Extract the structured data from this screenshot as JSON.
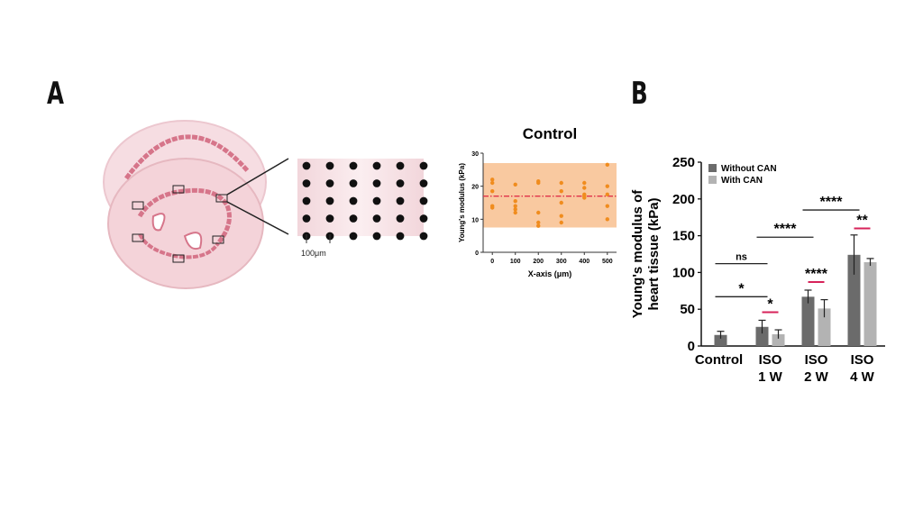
{
  "panels": {
    "a_label": "A",
    "b_label": "B"
  },
  "schematic": {
    "scale_label": "100μm"
  },
  "colors": {
    "tissue": "#f4d3d9",
    "tissue_edge": "#e6b8c0",
    "muscle": "#d6758a",
    "band": "#f9c9a0",
    "points": "#f08c1e",
    "mean_line": "#e0334a",
    "without_can": "#6b6b6b",
    "with_can": "#b3b3b3",
    "significance_red": "#d7235a"
  },
  "chart_data": [
    {
      "type": "scatter",
      "title": "Control",
      "xlabel": "X-axis (μm)",
      "ylabel": "Young's modulus (kPa)",
      "xlim": [
        -40,
        540
      ],
      "ylim": [
        0,
        30
      ],
      "xticks": [
        0,
        100,
        200,
        300,
        400,
        500
      ],
      "yticks": [
        0,
        10,
        20,
        30
      ],
      "band": [
        7.5,
        27
      ],
      "mean": 17,
      "points": [
        {
          "x": 0,
          "y": 22
        },
        {
          "x": 0,
          "y": 21
        },
        {
          "x": 0,
          "y": 18.5
        },
        {
          "x": 0,
          "y": 14
        },
        {
          "x": 0,
          "y": 13.5
        },
        {
          "x": 100,
          "y": 20.5
        },
        {
          "x": 100,
          "y": 15.5
        },
        {
          "x": 100,
          "y": 14
        },
        {
          "x": 100,
          "y": 13
        },
        {
          "x": 100,
          "y": 12
        },
        {
          "x": 200,
          "y": 21.5
        },
        {
          "x": 200,
          "y": 21
        },
        {
          "x": 200,
          "y": 12
        },
        {
          "x": 200,
          "y": 9
        },
        {
          "x": 200,
          "y": 8
        },
        {
          "x": 300,
          "y": 21
        },
        {
          "x": 300,
          "y": 18.5
        },
        {
          "x": 300,
          "y": 15
        },
        {
          "x": 300,
          "y": 11
        },
        {
          "x": 300,
          "y": 9
        },
        {
          "x": 400,
          "y": 21
        },
        {
          "x": 400,
          "y": 19.5
        },
        {
          "x": 400,
          "y": 17.5
        },
        {
          "x": 400,
          "y": 17
        },
        {
          "x": 400,
          "y": 16.5
        },
        {
          "x": 500,
          "y": 26.5
        },
        {
          "x": 500,
          "y": 20
        },
        {
          "x": 500,
          "y": 17.5
        },
        {
          "x": 500,
          "y": 14
        },
        {
          "x": 500,
          "y": 10
        }
      ]
    },
    {
      "type": "bar",
      "ylabel": "Young's modulus of heart tissue (kPa)",
      "ylim": [
        0,
        250
      ],
      "yticks": [
        0,
        50,
        100,
        150,
        200,
        250
      ],
      "categories": [
        [
          "Control"
        ],
        [
          "ISO",
          "1 W"
        ],
        [
          "ISO",
          "2 W"
        ],
        [
          "ISO",
          "4 W"
        ]
      ],
      "legend": {
        "position": "top-left"
      },
      "series": [
        {
          "name": "Without CAN",
          "values": [
            15,
            26,
            67,
            124
          ],
          "errors": [
            5,
            9,
            9,
            27
          ]
        },
        {
          "name": "With CAN",
          "values": [
            null,
            16,
            51,
            114
          ],
          "errors": [
            null,
            6,
            12,
            5
          ]
        }
      ],
      "annotations": [
        {
          "label": "ns",
          "from": [
            0,
            0
          ],
          "to": [
            1,
            0
          ],
          "y": 112,
          "style": "black"
        },
        {
          "label": "*",
          "from": [
            0,
            0
          ],
          "to": [
            1,
            0
          ],
          "y": 67,
          "style": "black"
        },
        {
          "label": "*",
          "from": [
            1,
            0
          ],
          "to": [
            1,
            1
          ],
          "y": 46,
          "style": "red"
        },
        {
          "label": "****",
          "from": [
            1,
            0
          ],
          "to": [
            2,
            0
          ],
          "y": 148,
          "style": "black"
        },
        {
          "label": "****",
          "from": [
            2,
            0
          ],
          "to": [
            2,
            1
          ],
          "y": 87,
          "style": "red"
        },
        {
          "label": "****",
          "from": [
            2,
            0
          ],
          "to": [
            3,
            0
          ],
          "y": 185,
          "style": "black"
        },
        {
          "label": "**",
          "from": [
            3,
            0
          ],
          "to": [
            3,
            1
          ],
          "y": 160,
          "style": "red"
        }
      ]
    }
  ]
}
